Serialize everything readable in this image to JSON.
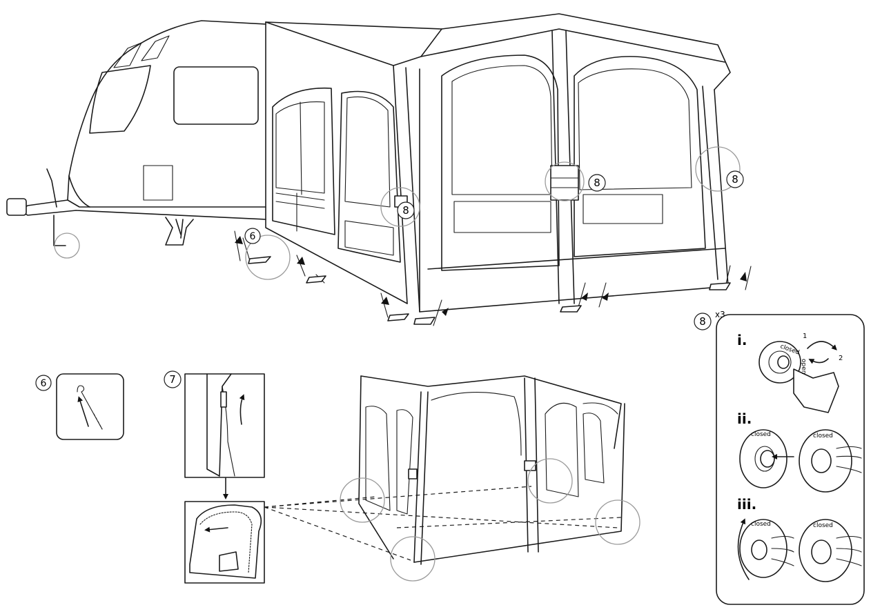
{
  "callouts": {
    "peg": "6",
    "zip": "7",
    "valve": "8",
    "valve_multiplier": "x3"
  },
  "valve_steps": {
    "step1": "i.",
    "step2": "ii.",
    "step3": "iii.",
    "turn1": "1",
    "turn2": "2",
    "valve_closed_label": "closed",
    "valve_open_label": "open"
  },
  "colors": {
    "line": "#1a1a1a",
    "highlight_circle": "#9a9a9a",
    "background": "#ffffff"
  }
}
